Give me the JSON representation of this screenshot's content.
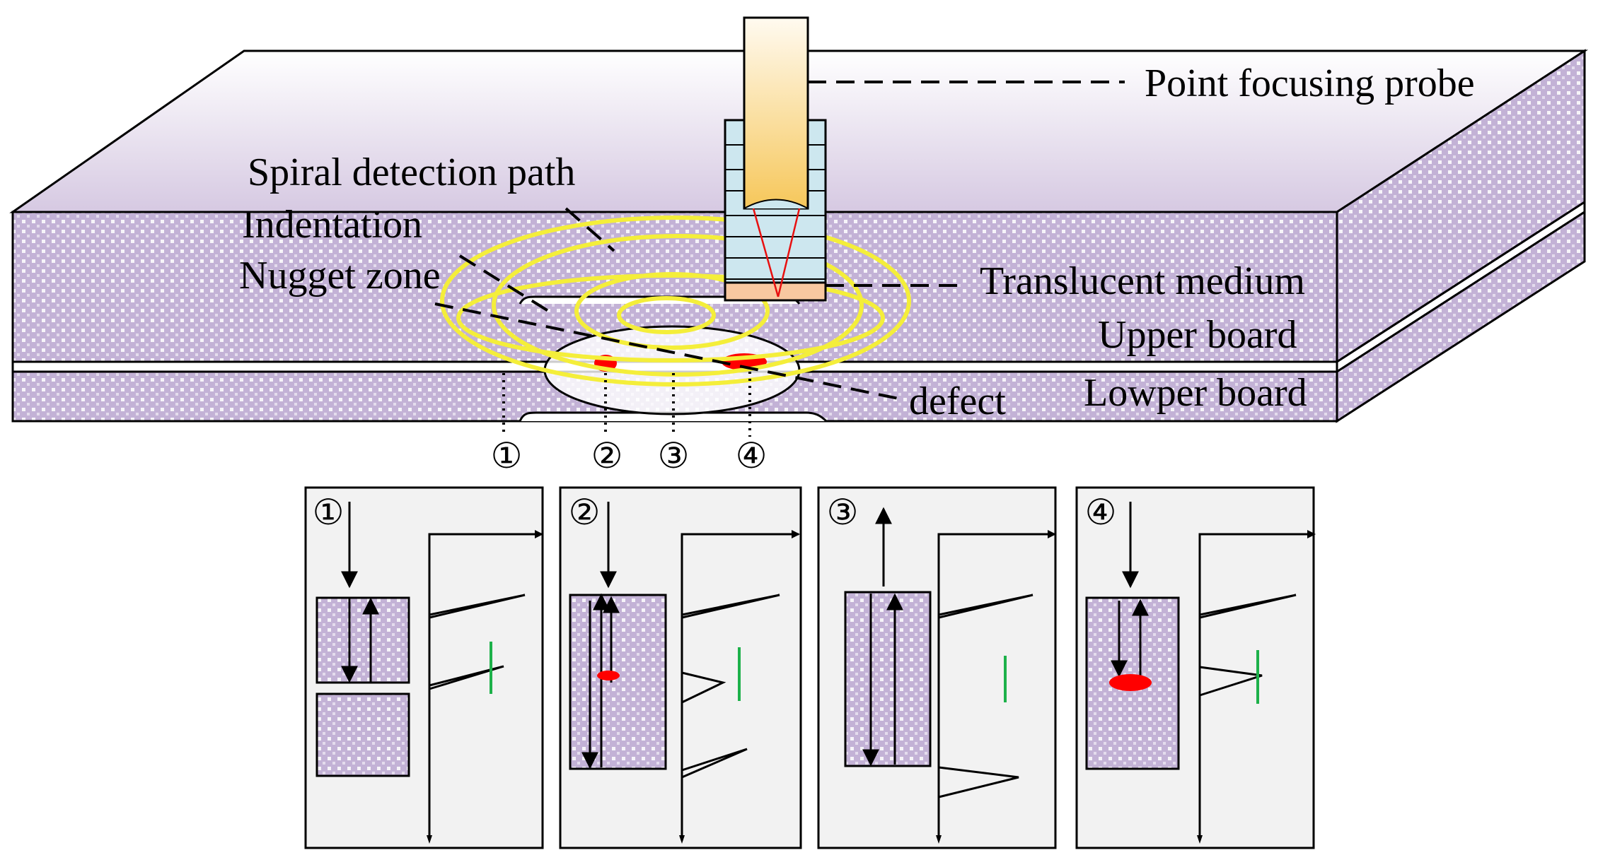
{
  "labels": {
    "probe": "Point focusing probe",
    "medium": "Translucent medium",
    "upper": "Upper  board",
    "lower": "Lowper board",
    "spiral": "Spiral detection path",
    "indentation": "Indentation",
    "nugget": "Nugget zone",
    "defect": "defect"
  },
  "markers": [
    "①",
    "②",
    "③",
    "④"
  ],
  "panels": [
    {
      "marker": "①"
    },
    {
      "marker": "②"
    },
    {
      "marker": "③"
    },
    {
      "marker": "④"
    }
  ],
  "colors": {
    "board_fill": "#c4b5d6",
    "top_surface": "#e4dcec",
    "spiral": "#f4ee3a",
    "defect": "#ff0000",
    "gate": "#1db14a",
    "probe": "#f8d67c",
    "medium": "#c9e6ee",
    "panel_bg": "#f2f2f2"
  }
}
